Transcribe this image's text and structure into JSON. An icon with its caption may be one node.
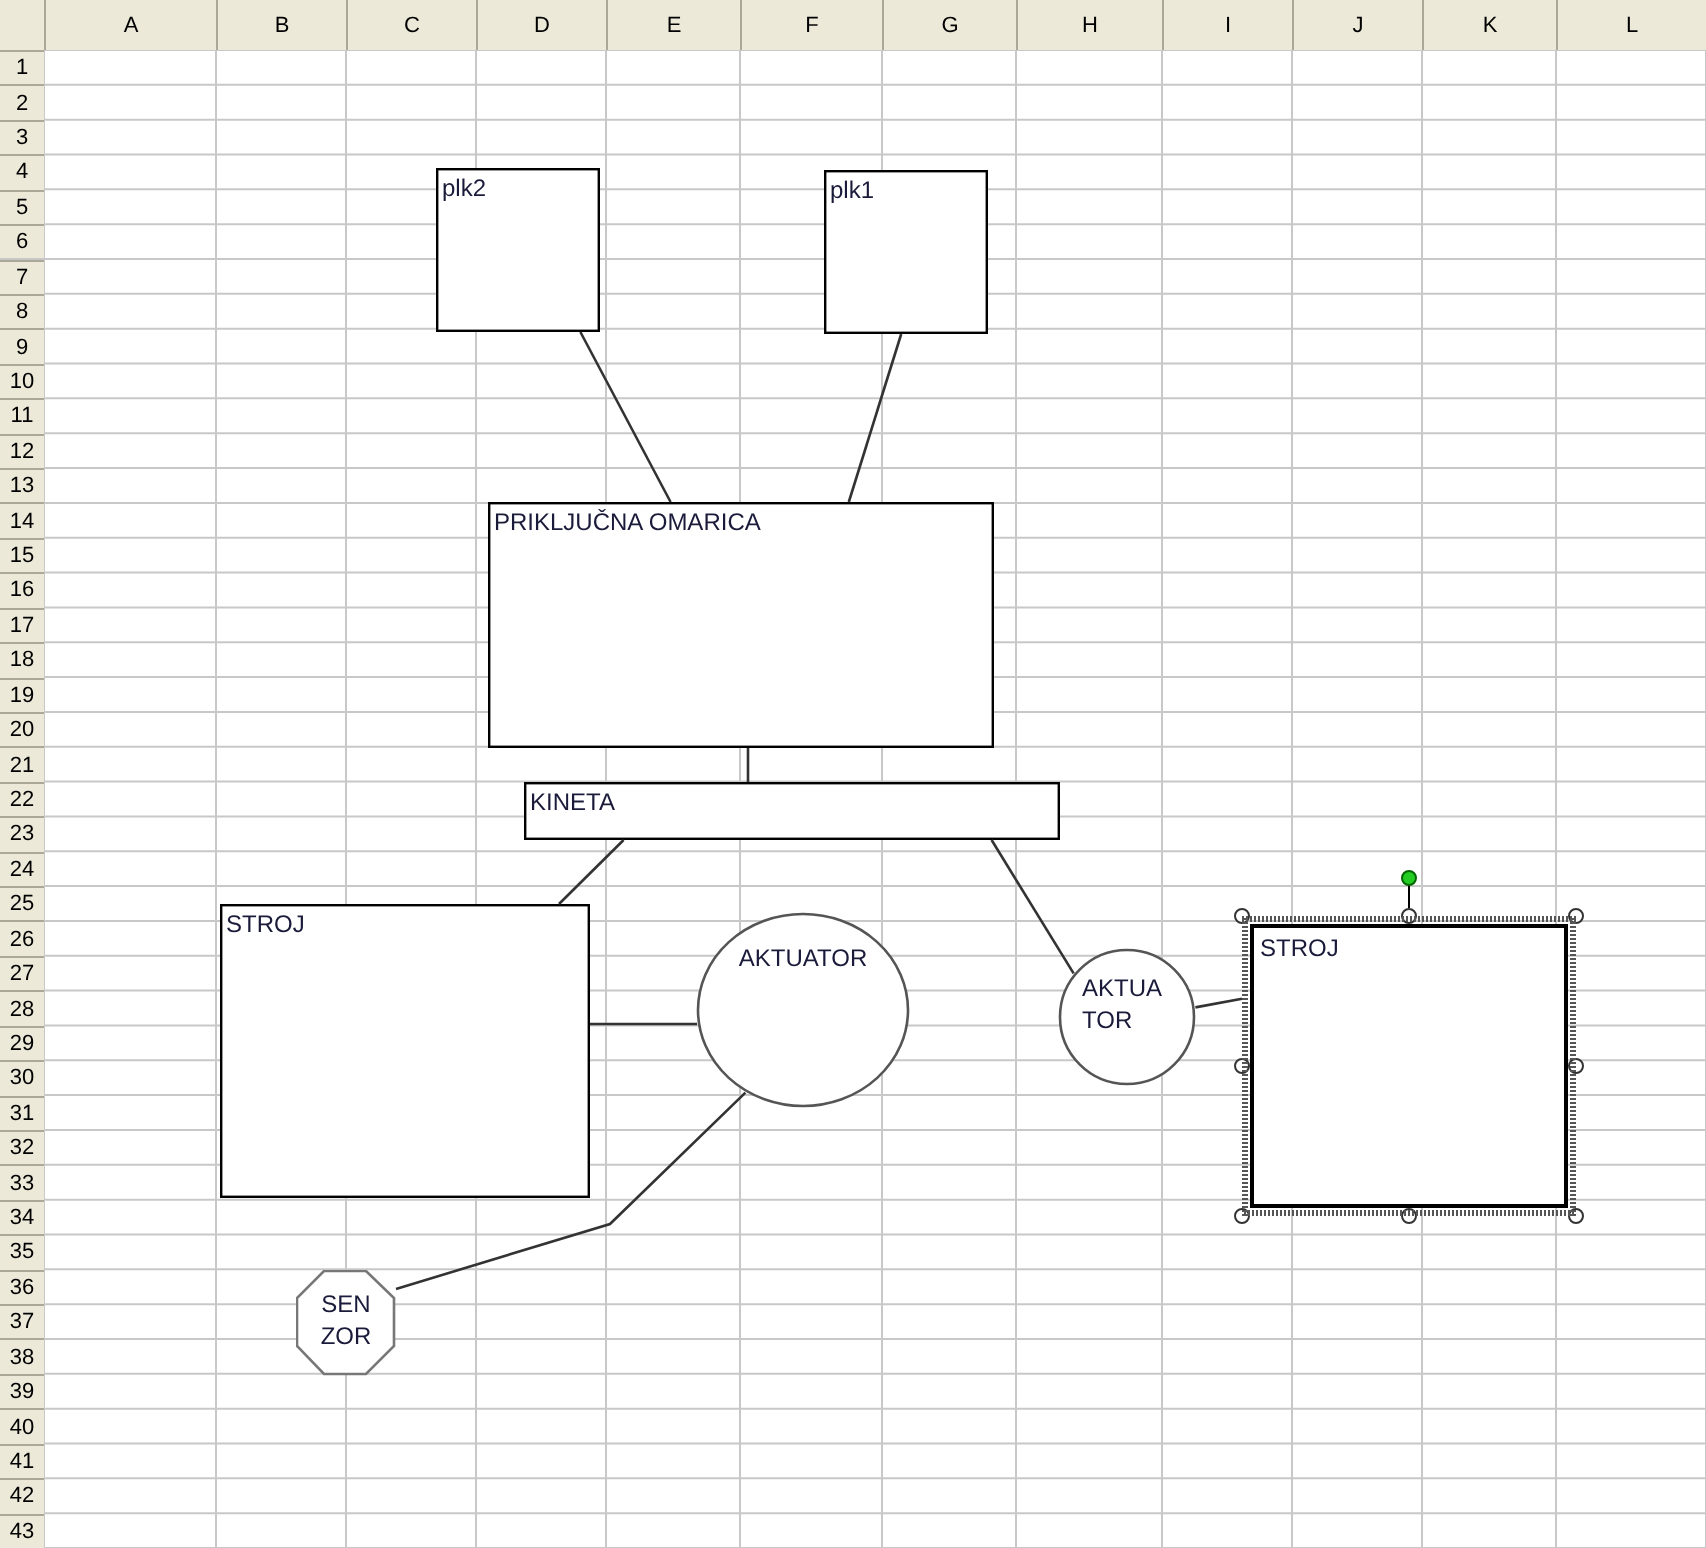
{
  "diagram": {
    "nodes": [
      {
        "text": [
          "plk2"
        ]
      },
      {
        "text": [
          "plk1"
        ]
      },
      {
        "text": [
          "PRIKLJUČNA OMARICA"
        ]
      },
      {
        "text": [
          "KINETA"
        ]
      },
      {
        "text": [
          "STROJ"
        ]
      },
      {
        "text": [
          "AKTUATOR"
        ]
      },
      {
        "text": [
          "AKTUA TOR"
        ]
      },
      {
        "text": [
          "STROJ"
        ]
      },
      {
        "text": [
          "SEN ZOR"
        ]
      }
    ],
    "edges": [
      {
        "from": 0,
        "to": 2,
        "arrow": "none"
      },
      {
        "from": 1,
        "to": 2,
        "arrow": "none"
      },
      {
        "from": 2,
        "to": 3,
        "arrow": "none"
      },
      {
        "from": 3,
        "to": 4,
        "arrow": "none"
      },
      {
        "from": 4,
        "to": 5,
        "arrow": "none"
      },
      {
        "from": 5,
        "to": 8,
        "arrow": "none"
      },
      {
        "from": 3,
        "to": 6,
        "arrow": "none"
      },
      {
        "from": 6,
        "to": 7,
        "arrow": "none"
      }
    ],
    "labels": [
      "A",
      "B",
      "C",
      "D",
      "E",
      "F",
      "G",
      "H",
      "I",
      "J",
      "K",
      "L",
      "1",
      "2",
      "3",
      "4",
      "5",
      "6",
      "7",
      "8",
      "9",
      "10",
      "11",
      "12",
      "13",
      "14",
      "15",
      "16",
      "17",
      "18",
      "19",
      "20",
      "21",
      "22",
      "23",
      "24",
      "25",
      "26",
      "27",
      "28",
      "29",
      "30",
      "31",
      "32",
      "33",
      "34",
      "35",
      "36",
      "37",
      "38",
      "39",
      "40",
      "41",
      "42",
      "43"
    ]
  }
}
